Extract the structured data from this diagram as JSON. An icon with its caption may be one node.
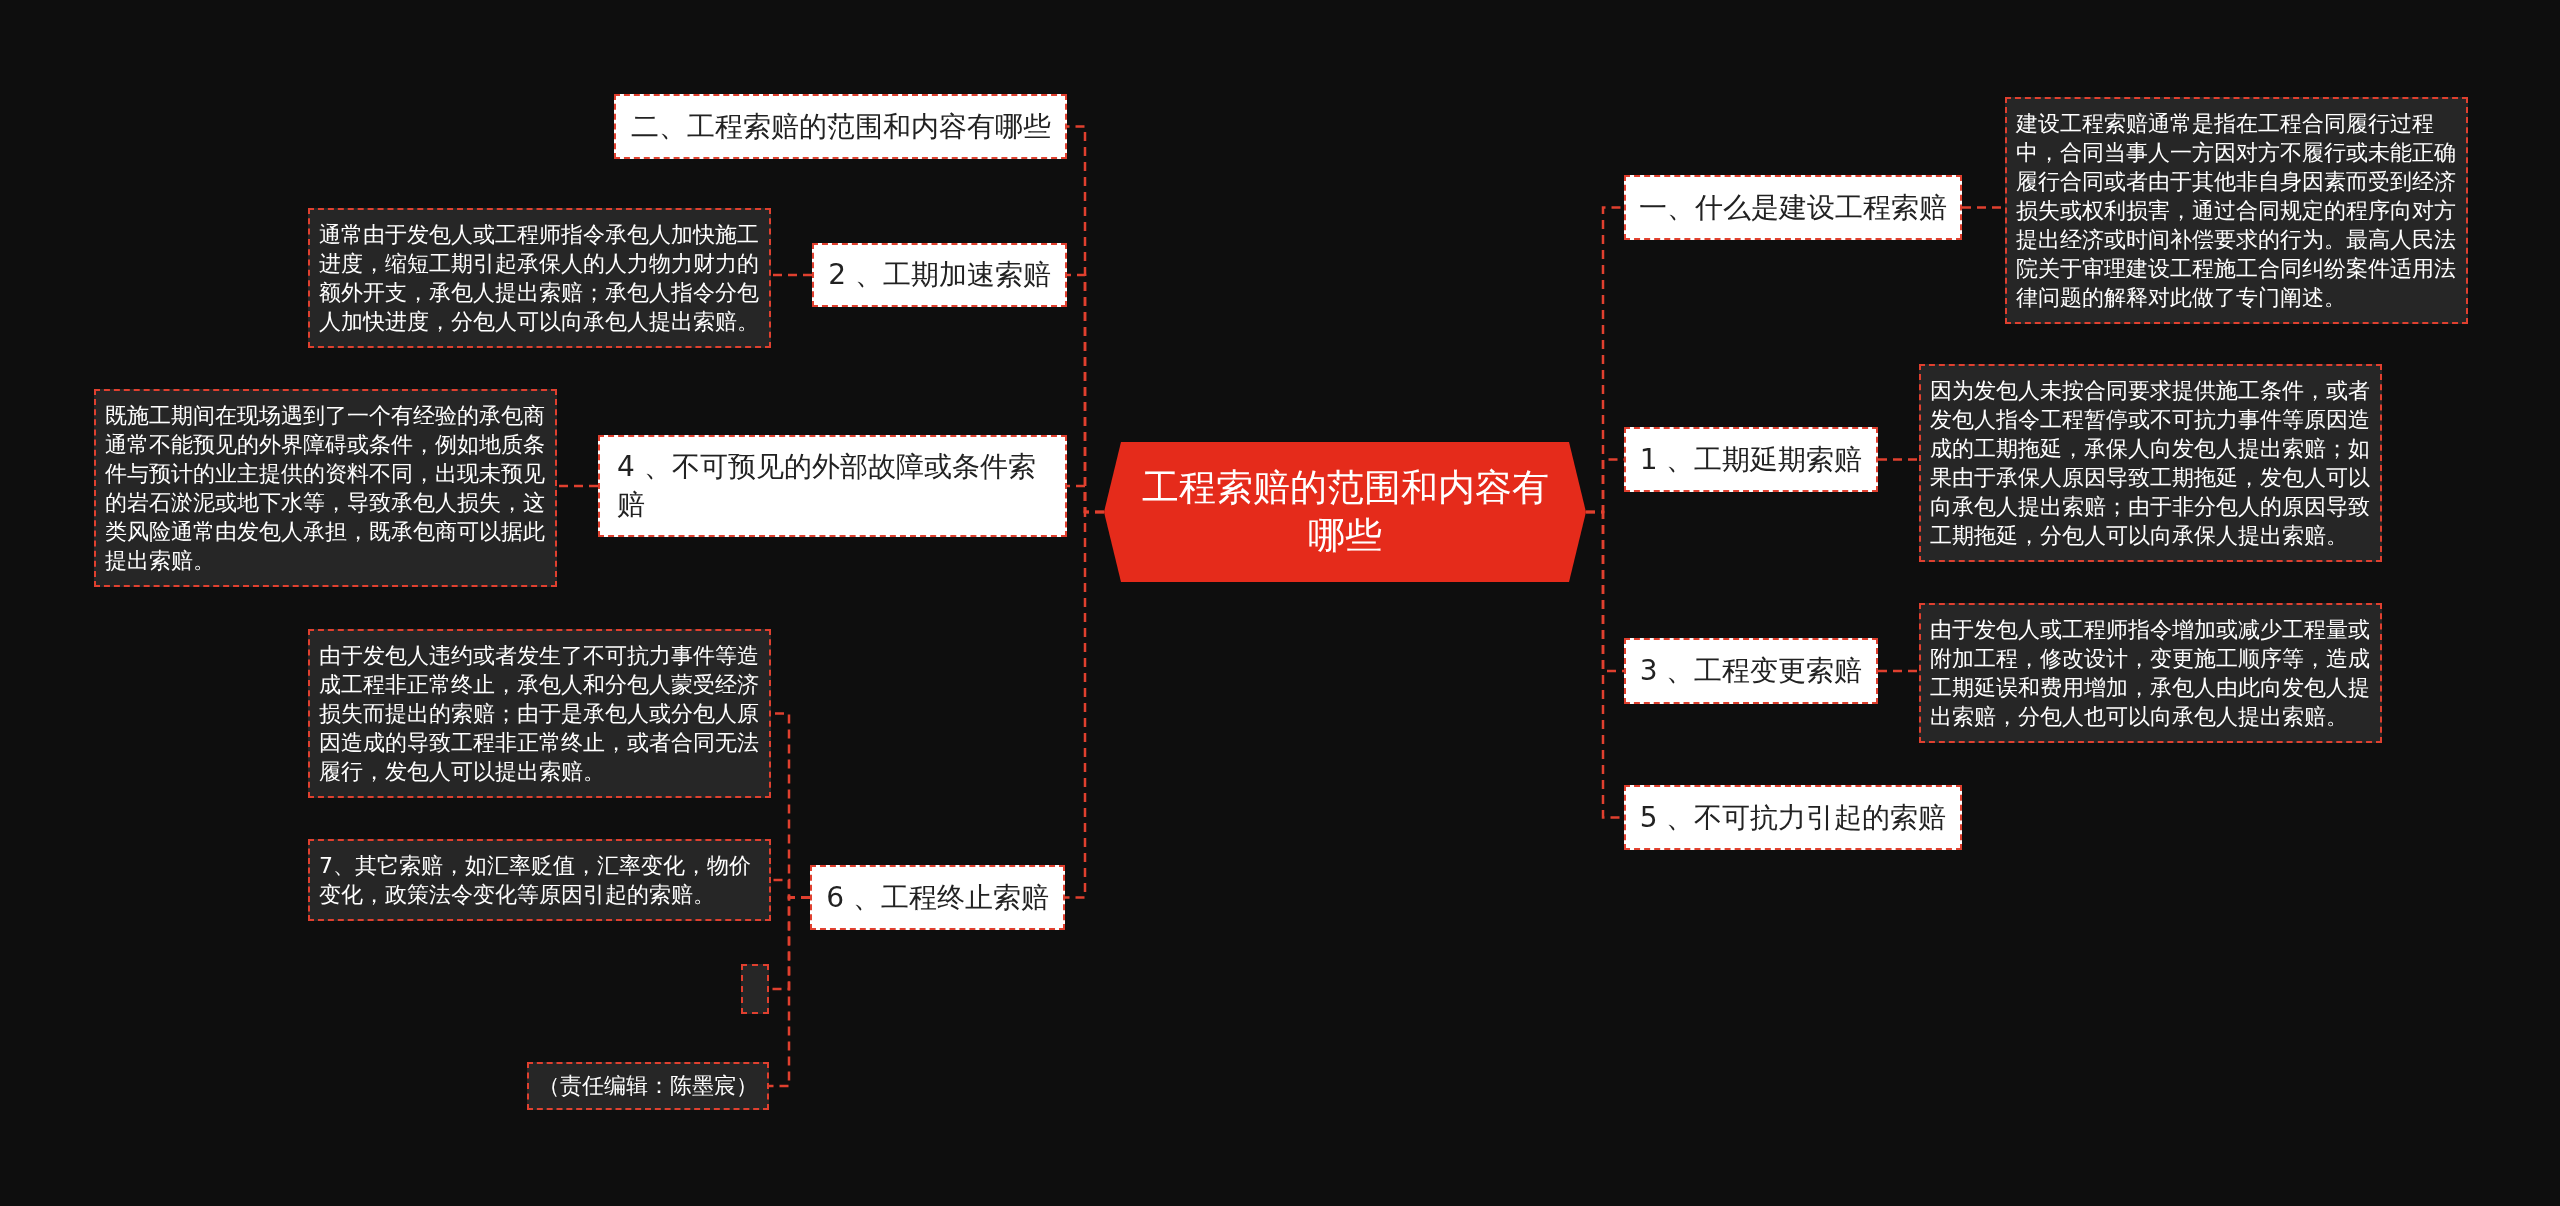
{
  "diagram": {
    "nodes": [
      {
        "text": [
          "工程索赔的范围和内容有哪些"
        ]
      },
      {
        "text": [
          "二、工程索赔的范围和内容有哪些"
        ]
      },
      {
        "text": [
          "2 、工期加速索赔"
        ]
      },
      {
        "text": [
          "通常由于发包人或工程师指令承包人加快施工进度，缩短工期引起承保人的人力物力财力的额外开支，承包人提出索赔；承包人指令分包人加快进度，分包人可以向承包人提出索赔。"
        ]
      },
      {
        "text": [
          "4 、不可预见的外部故障或条件索赔"
        ]
      },
      {
        "text": [
          "既施工期间在现场遇到了一个有经验的承包商通常不能预见的外界障碍或条件，例如地质条件与预计的业主提供的资料不同，出现未预见的岩石淤泥或地下水等，导致承包人损失，这类风险通常由发包人承担，既承包商可以据此提出索赔。"
        ]
      },
      {
        "text": [
          "6 、工程终止索赔"
        ]
      },
      {
        "text": [
          "由于发包人违约或者发生了不可抗力事件等造成工程非正常终止，承包人和分包人蒙受经济损失而提出的索赔；由于是承包人或分包人原因造成的导致工程非正常终止，或者合同无法履行，发包人可以提出索赔。"
        ]
      },
      {
        "text": [
          "7、其它索赔，如汇率贬值，汇率变化，物价变化，政策法令变化等原因引起的索赔。"
        ]
      },
      {
        "text": [],
        "shape": "box"
      },
      {
        "text": [
          "（责任编辑：陈墨宸）"
        ]
      },
      {
        "text": [
          "一、什么是建设工程索赔"
        ]
      },
      {
        "text": [
          "建设工程索赔通常是指在工程合同履行过程中，合同当事人一方因对方不履行或未能正确履行合同或者由于其他非自身因素而受到经济损失或权利损害，通过合同规定的程序向对方提出经济或时间补偿要求的行为。最高人民法院关于审理建设工程施工合同纠纷案件适用法律问题的解释对此做了专门阐述。"
        ]
      },
      {
        "text": [
          "1 、工期延期索赔"
        ]
      },
      {
        "text": [
          "因为发包人未按合同要求提供施工条件，或者发包人指令工程暂停或不可抗力事件等原因造成的工期拖延，承保人向发包人提出索赔；如果由于承保人原因导致工期拖延，发包人可以向承包人提出索赔；由于非分包人的原因导致工期拖延，分包人可以向承保人提出索赔。"
        ]
      },
      {
        "text": [
          "3 、工程变更索赔"
        ]
      },
      {
        "text": [
          "由于发包人或工程师指令增加或减少工程量或附加工程，修改设计，变更施工顺序等，造成工期延误和费用增加，承包人由此向发包人提出索赔，分包人也可以向承包人提出索赔。"
        ]
      },
      {
        "text": [
          "5 、不可抗力引起的索赔"
        ]
      }
    ],
    "edges": [
      {
        "from": 0,
        "to": 1,
        "arrow": "none",
        "style": "dashed"
      },
      {
        "from": 0,
        "to": 2,
        "arrow": "none",
        "style": "dashed"
      },
      {
        "from": 2,
        "to": 3,
        "arrow": "none",
        "style": "dashed"
      },
      {
        "from": 0,
        "to": 4,
        "arrow": "none",
        "style": "dashed"
      },
      {
        "from": 4,
        "to": 5,
        "arrow": "none",
        "style": "dashed"
      },
      {
        "from": 0,
        "to": 6,
        "arrow": "none",
        "style": "dashed"
      },
      {
        "from": 6,
        "to": 7,
        "arrow": "none",
        "style": "dashed"
      },
      {
        "from": 6,
        "to": 8,
        "arrow": "none",
        "style": "dashed"
      },
      {
        "from": 6,
        "to": 9,
        "arrow": "none",
        "style": "dashed"
      },
      {
        "from": 6,
        "to": 10,
        "arrow": "none",
        "style": "dashed"
      },
      {
        "from": 0,
        "to": 11,
        "arrow": "none",
        "style": "dashed"
      },
      {
        "from": 11,
        "to": 12,
        "arrow": "none",
        "style": "dashed"
      },
      {
        "from": 0,
        "to": 13,
        "arrow": "none",
        "style": "dashed"
      },
      {
        "from": 13,
        "to": 14,
        "arrow": "none",
        "style": "dashed"
      },
      {
        "from": 0,
        "to": 15,
        "arrow": "none",
        "style": "dashed"
      },
      {
        "from": 15,
        "to": 16,
        "arrow": "none",
        "style": "dashed"
      },
      {
        "from": 0,
        "to": 17,
        "arrow": "none",
        "style": "dashed"
      }
    ]
  }
}
